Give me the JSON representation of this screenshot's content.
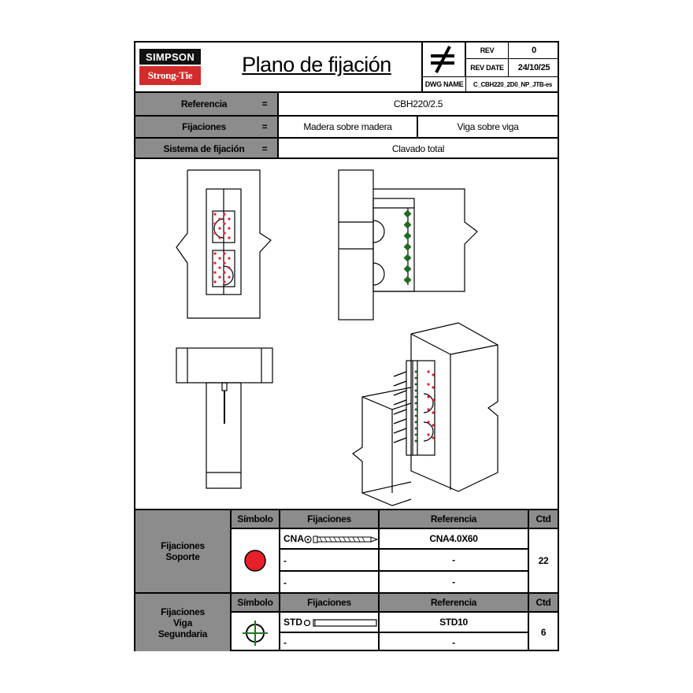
{
  "logo": {
    "brand_top": "SIMPSON",
    "brand_bottom": "Strong-Tie"
  },
  "title": "Plano de fijación",
  "revision": {
    "rev_label": "REV",
    "rev_value": "0",
    "date_label": "REV DATE",
    "date_value": "24/10/25",
    "dwg_label": "DWG NAME",
    "dwg_value": "C_CBH220_2D0_NP_JTB-es"
  },
  "info_rows": [
    {
      "label": "Referencia",
      "eq": "=",
      "value": "CBH220/2.5"
    },
    {
      "label": "Fijaciones",
      "eq": "=",
      "value_a": "Madera sobre madera",
      "value_b": "Viga sobre viga"
    },
    {
      "label": "Sistema de fijación",
      "eq": "=",
      "value": "Clavado total"
    }
  ],
  "soporte_table": {
    "group_label": "Fijaciones\nSoporte",
    "headers": {
      "simbolo": "Símbolo",
      "fijaciones": "Fijaciones",
      "referencia": "Referencia",
      "ctd": "Ctd"
    },
    "rows": [
      {
        "fijacion": "CNA",
        "referencia": "CNA4.0X60"
      },
      {
        "fijacion": "-",
        "referencia": "-"
      },
      {
        "fijacion": "-",
        "referencia": "-"
      }
    ],
    "ctd": "22",
    "symbol_color": "#e8202a"
  },
  "viga_table": {
    "group_label": "Fijaciones\nViga\nSegundaria",
    "headers": {
      "simbolo": "Símbolo",
      "fijaciones": "Fijaciones",
      "referencia": "Referencia",
      "ctd": "Ctd"
    },
    "rows": [
      {
        "fijacion": "STD",
        "referencia": "STD10"
      },
      {
        "fijacion": "-",
        "referencia": "-"
      }
    ],
    "ctd": "6",
    "symbol_color": "#1f7a1f"
  },
  "drawing": {
    "nail_red": "#e8202a",
    "nail_green": "#1f6b1f"
  }
}
